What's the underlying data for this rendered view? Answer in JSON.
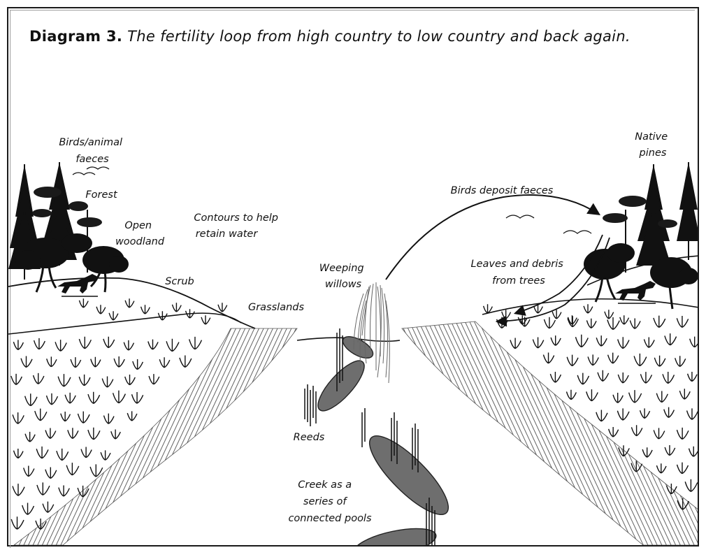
{
  "title": {
    "lead": "Diagram 3.",
    "text": "The fertility loop from high country to low country and back again."
  },
  "labels": {
    "birds_animal_faeces": [
      "Birds/animal",
      "faeces"
    ],
    "forest": [
      "Forest"
    ],
    "open_woodland": [
      "Open",
      "woodland"
    ],
    "contours": [
      "Contours to help",
      "retain water"
    ],
    "scrub": [
      "Scrub"
    ],
    "grasslands": [
      "Grasslands"
    ],
    "weeping_willows": [
      "Weeping",
      "willows"
    ],
    "reeds": [
      "Reeds"
    ],
    "creek": [
      "Creek as a",
      "series of",
      "connected pools"
    ],
    "birds_deposit": [
      "Birds deposit faeces"
    ],
    "native_pines": [
      "Native",
      "pines"
    ],
    "leaves_debris": [
      "Leaves and debris",
      "from trees"
    ]
  },
  "colors": {
    "ink": "#111111",
    "pool": "#6e6e6e",
    "hatch": "#4a4a4a"
  }
}
